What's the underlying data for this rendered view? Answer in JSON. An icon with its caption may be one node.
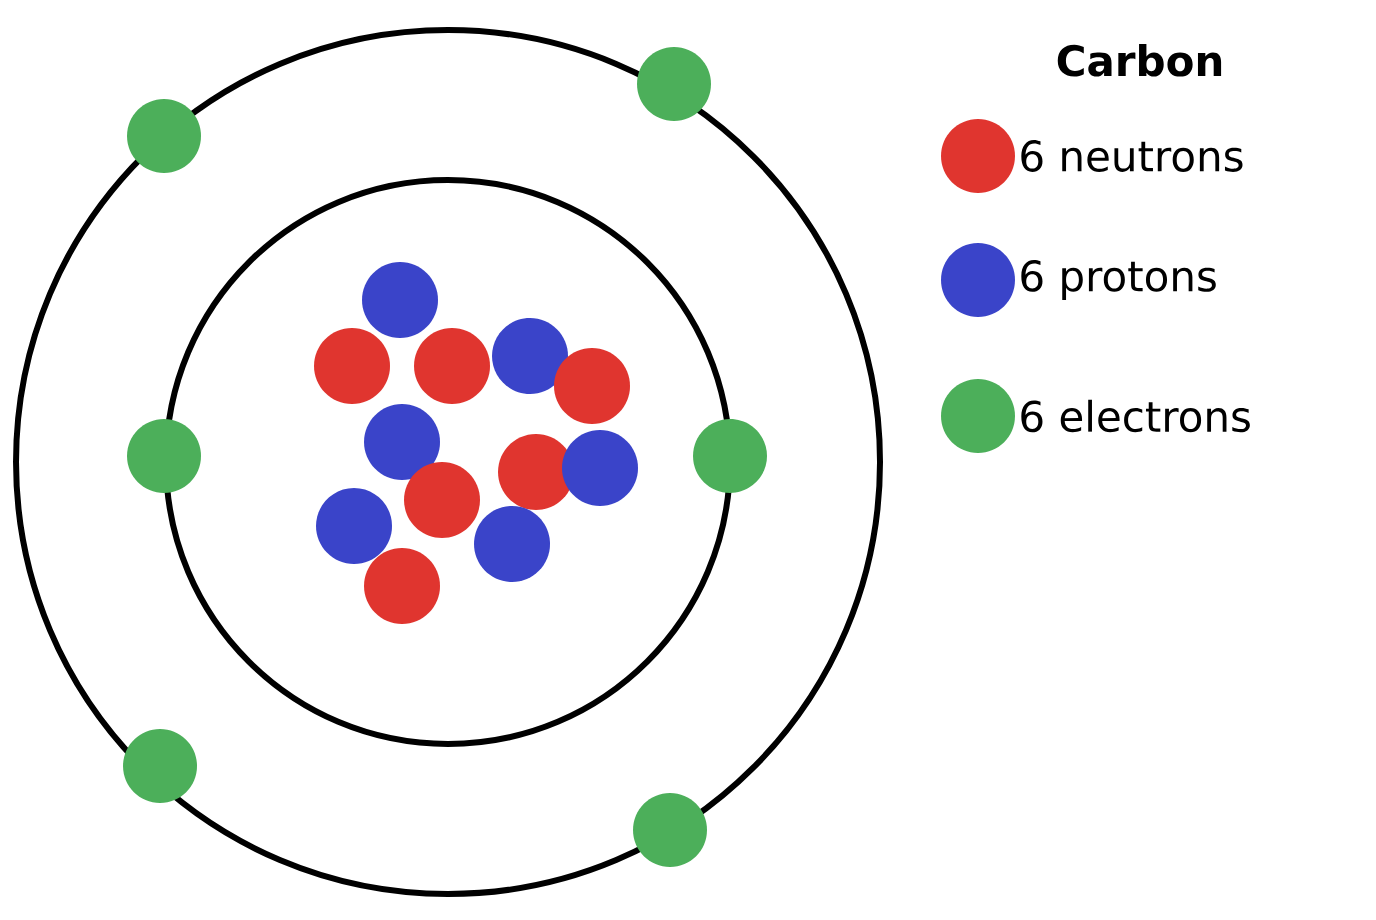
{
  "diagram": {
    "title": "Carbon",
    "legend": [
      {
        "text": "6 neutrons",
        "color": "#e0352f"
      },
      {
        "text": "6 protons",
        "color": "#3a44c9"
      },
      {
        "text": "6 electrons",
        "color": "#4caf5a"
      }
    ]
  }
}
